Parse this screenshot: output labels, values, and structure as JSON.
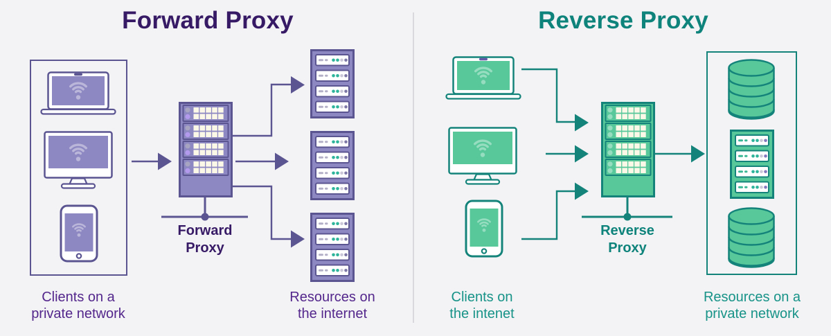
{
  "left": {
    "title": "Forward Proxy",
    "proxy_label": "Forward\nProxy",
    "clients_label": "Clients on a\nprivate network",
    "resources_label": "Resources on\nthe internet",
    "client_device_icons": [
      "laptop-icon",
      "monitor-icon",
      "smartphone-icon"
    ],
    "proxy_icon": "proxy-server-icon",
    "resource_icons": [
      "server-rack-icon",
      "server-rack-icon",
      "server-rack-icon"
    ],
    "connectors": [
      "arrow-clients-to-proxy",
      "arrow-proxy-to-top-rack",
      "arrow-proxy-to-middle-rack",
      "arrow-proxy-to-bottom-rack",
      "network-bus-line"
    ]
  },
  "right": {
    "title": "Reverse Proxy",
    "proxy_label": "Reverse\nProxy",
    "clients_label": "Clients on\nthe intenet",
    "resources_label": "Resources on a\nprivate network",
    "client_device_icons": [
      "laptop-icon",
      "monitor-icon",
      "smartphone-icon"
    ],
    "proxy_icon": "proxy-server-icon",
    "resource_icons": [
      "database-icon",
      "server-rack-icon",
      "database-icon"
    ],
    "connectors": [
      "arrow-laptop-to-proxy",
      "arrow-monitor-to-proxy",
      "arrow-phone-to-proxy",
      "arrow-proxy-to-resources",
      "network-bus-line"
    ]
  },
  "palette": {
    "bg": "#f3f2f4",
    "divider": "#d9d8dc",
    "purple_title": "#371a66",
    "purple_text": "#53278c",
    "purple_stroke": "#5b5592",
    "purple_fill": "#8e88c2",
    "purple_light": "#bab6da",
    "purple_lavender": "#b49aec",
    "purple_gray_dot": "#a7a4c2",
    "green_title": "#0e837b",
    "green_text": "#179388",
    "green_stroke": "#14847b",
    "green_fill": "#58c89b",
    "green_light": "#96ddc0",
    "cream": "#fcf8e8",
    "dot_teal": "#2db49a",
    "dot_light": "#c9c7d8",
    "dot_slate": "#7d78a5",
    "dot_violet": "#8477bd",
    "dash_gray": "#b3b0c8",
    "dash_teal": "#3ab795",
    "violet_camera": "#6458a8"
  }
}
